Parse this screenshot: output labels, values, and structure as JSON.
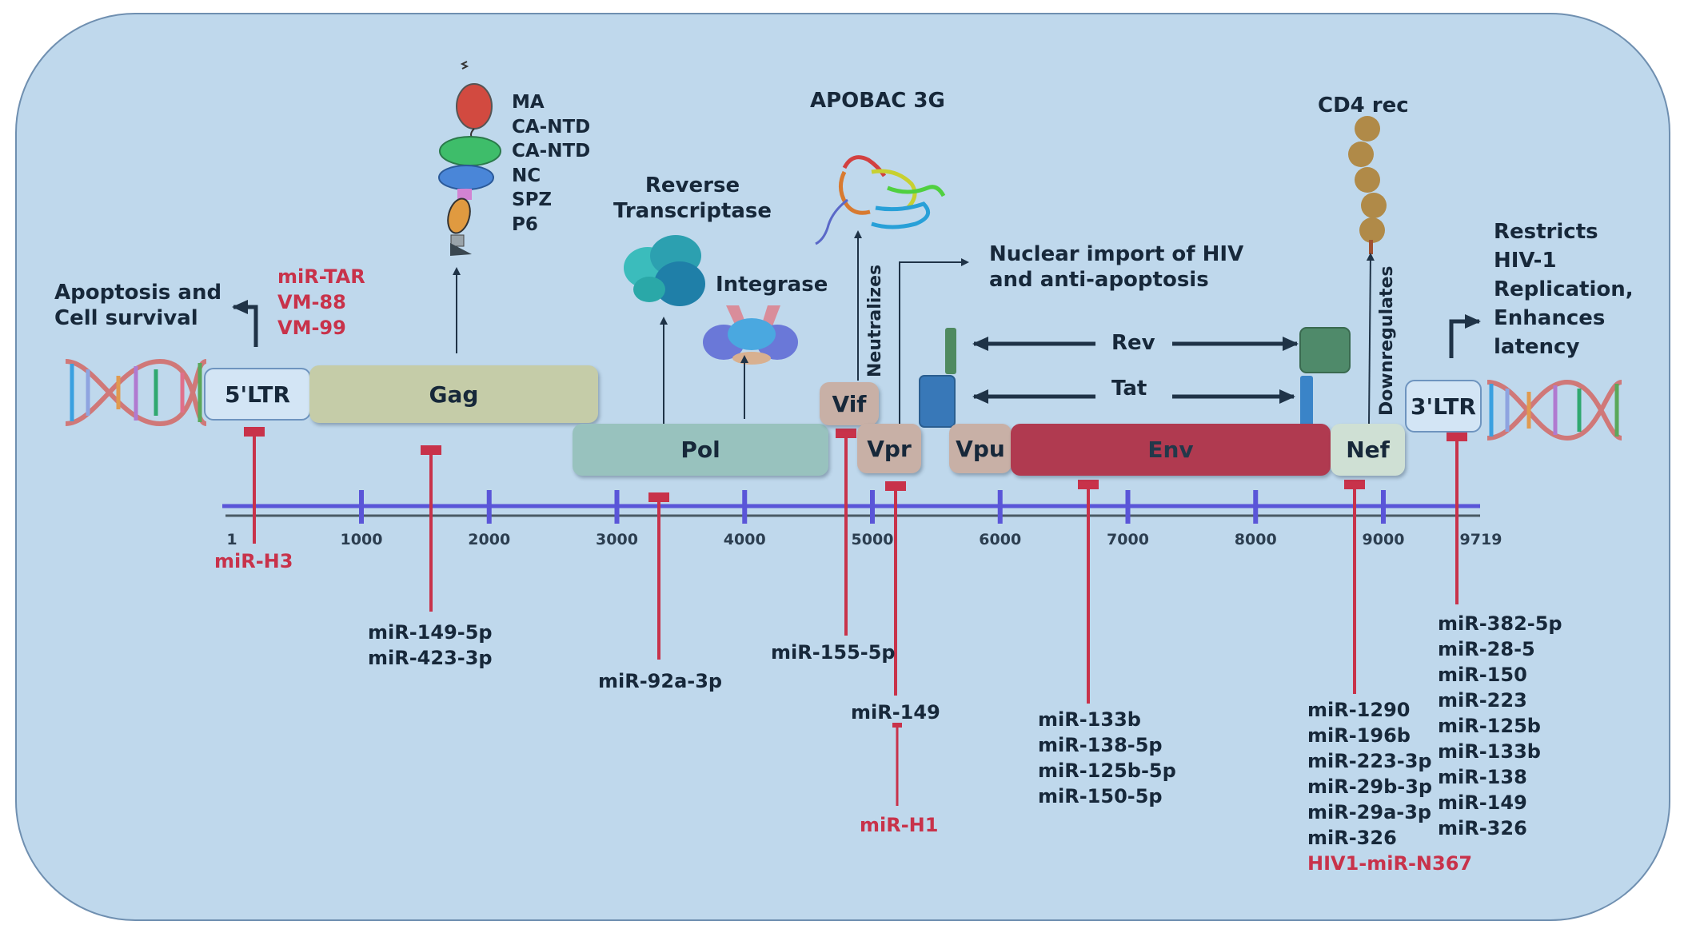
{
  "title_labels": {
    "apoptosis": [
      "Apoptosis and",
      "Cell survival"
    ],
    "tar_mirs": [
      "miR-TAR",
      "VM-88",
      "VM-99"
    ],
    "gag_domains": [
      "MA",
      "CA-NTD",
      "CA-NTD",
      "NC",
      "SPZ",
      "P6"
    ],
    "reverse_transcriptase": [
      "Reverse",
      "Transcriptase"
    ],
    "integrase": "Integrase",
    "apobec": "APOBAC 3G",
    "neutralizes": "Neutralizes",
    "nuclear_import": [
      "Nuclear import of  HIV",
      "and anti-apoptosis"
    ],
    "rev": "Rev",
    "tat": "Tat",
    "cd4": "CD4 rec",
    "downregulates": "Downregulates",
    "restricts": [
      "Restricts",
      "HIV-1",
      "Replication,",
      "Enhances",
      "latency"
    ]
  },
  "genes": [
    {
      "name": "5'LTR",
      "color": "#d3e5f5"
    },
    {
      "name": "Gag",
      "color": "#c5cca8"
    },
    {
      "name": "Pol",
      "color": "#98c2be"
    },
    {
      "name": "Vif",
      "color": "#c8b0a6"
    },
    {
      "name": "Vpr",
      "color": "#c8b0a6"
    },
    {
      "name": "Vpu",
      "color": "#c8b0a6"
    },
    {
      "name": "Env",
      "color": "#b03a50"
    },
    {
      "name": "Nef",
      "color": "#cfe0d4"
    },
    {
      "name": "3'LTR",
      "color": "#d3e5f5"
    }
  ],
  "ruler": {
    "start_label": "1",
    "end_label": "9719",
    "ticks": [
      "1000",
      "2000",
      "3000",
      "4000",
      "5000",
      "6000",
      "7000",
      "8000",
      "9000"
    ],
    "color": "#5a55d8"
  },
  "mirna_groups": {
    "ltr5": [
      "miR-H3"
    ],
    "gag": [
      "miR-149-5p",
      "miR-423-3p"
    ],
    "pol": [
      "miR-92a-3p"
    ],
    "vif": [
      "miR-155-5p"
    ],
    "vpr": [
      "miR-149"
    ],
    "vpr_viral": [
      "miR-H1"
    ],
    "env": [
      "miR-133b",
      "miR-138-5p",
      "miR-125b-5p",
      "miR-150-5p"
    ],
    "nef": [
      "miR-1290",
      "miR-196b",
      "miR-223-3p",
      "miR-29b-3p",
      "miR-29a-3p",
      "miR-326"
    ],
    "nef_viral": [
      "HIV1-miR-N367"
    ],
    "ltr3": [
      "miR-382-5p",
      "miR-28-5",
      "miR-150",
      "miR-223",
      "miR-125b",
      "miR-133b",
      "miR-138",
      "miR-149",
      "miR-326"
    ]
  },
  "colors": {
    "background": "#bfd8ec",
    "inhibition": "#c8324a",
    "text": "#17283a"
  }
}
